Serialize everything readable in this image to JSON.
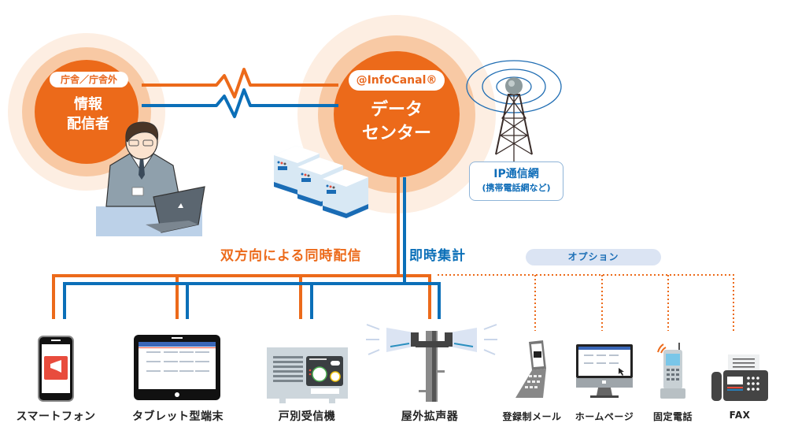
{
  "colors": {
    "orange": "#ec6a1a",
    "blue": "#0b6fb8",
    "halo_light": "#fdeee2",
    "halo_mid": "#f8c9a4",
    "option_pill": "#dbe4f3",
    "label_text": "#222222"
  },
  "sender": {
    "badge": "庁舎／庁舎外",
    "title_line1": "情報",
    "title_line2": "配信者"
  },
  "datacenter": {
    "badge": "@InfoCanal®",
    "title_line1": "データ",
    "title_line2": "センター"
  },
  "network": {
    "line1": "IP通信網",
    "line2": "(携帯電話網など)"
  },
  "flows": {
    "broadcast": "双方向による同時配信",
    "aggregate": "即時集計"
  },
  "option_label": "オプション",
  "devices": [
    {
      "id": "smartphone",
      "label": "スマートフォン",
      "icon": "smartphone-icon",
      "optional": false
    },
    {
      "id": "tablet",
      "label": "タブレット型端末",
      "icon": "tablet-icon",
      "optional": false
    },
    {
      "id": "home-receiver",
      "label": "戸別受信機",
      "icon": "home-receiver-icon",
      "optional": false
    },
    {
      "id": "outdoor-speaker",
      "label": "屋外拡声器",
      "icon": "outdoor-speaker-icon",
      "optional": false
    },
    {
      "id": "registered-mail",
      "label": "登録制メール",
      "icon": "flip-phone-mail-icon",
      "optional": true
    },
    {
      "id": "homepage",
      "label": "ホームページ",
      "icon": "desktop-monitor-icon",
      "optional": true
    },
    {
      "id": "landline",
      "label": "固定電話",
      "icon": "cordless-phone-icon",
      "optional": true
    },
    {
      "id": "fax",
      "label": "FAX",
      "icon": "fax-machine-icon",
      "optional": true
    }
  ]
}
